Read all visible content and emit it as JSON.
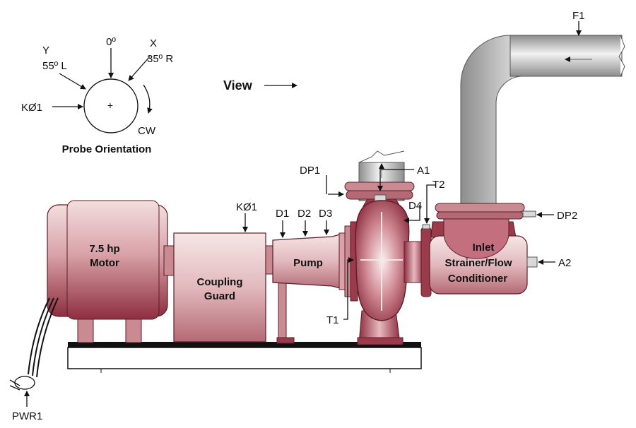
{
  "orientation": {
    "top_label": "0º",
    "x_label": "X",
    "x_angle": "35º R",
    "y_label": "Y",
    "y_angle": "55º L",
    "k_label": "KØ1",
    "rotation": "CW",
    "center_mark": "+",
    "title": "Probe Orientation"
  },
  "view_label": "View",
  "components": {
    "motor": [
      "7.5 hp",
      "Motor"
    ],
    "coupling_guard": [
      "Coupling",
      "Guard"
    ],
    "pump": "Pump",
    "inlet": [
      "Inlet",
      "Strainer/Flow",
      "Conditioner"
    ]
  },
  "probes": {
    "k01": "KØ1",
    "d1": "D1",
    "d2": "D2",
    "d3": "D3",
    "d4": "D4",
    "t1": "T1",
    "t2": "T2",
    "a1": "A1",
    "a2": "A2",
    "dp1": "DP1",
    "dp2": "DP2",
    "f1": "F1",
    "pwr1": "PWR1"
  },
  "colors": {
    "body": "#e8c4c4",
    "body_dark": "#9b3a4a",
    "flange": "#c98a92",
    "pipe": "#c8c8c8"
  }
}
